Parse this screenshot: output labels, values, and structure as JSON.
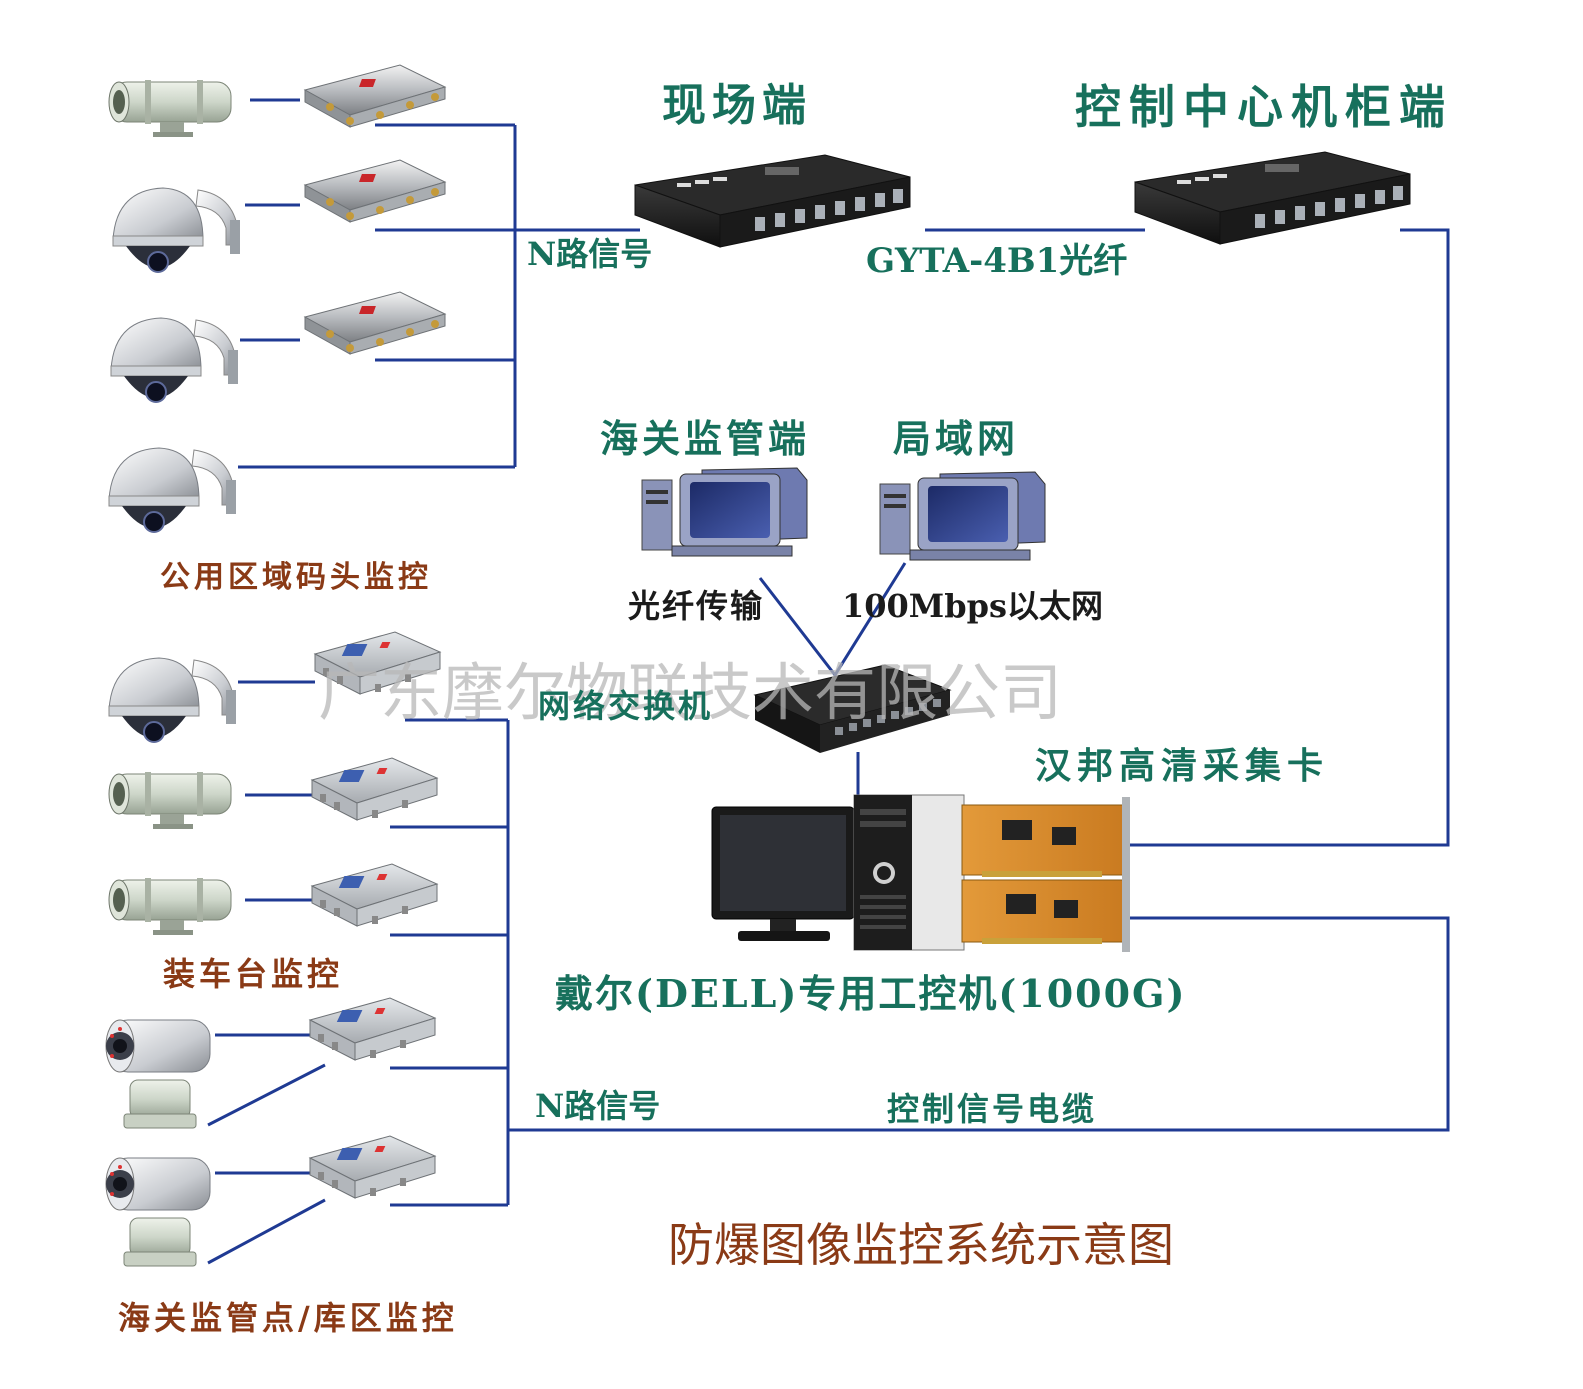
{
  "labels": {
    "field_end": "现场端",
    "control_center": "控制中心机柜端",
    "n_signal_top": "N路信号",
    "fiber_cable": "GYTA-4B1光纤",
    "customs_end": "海关监管端",
    "lan": "局域网",
    "fiber_transmission": "光纤传输",
    "ethernet": "100Mbps以太网",
    "public_dock": "公用区域码头监控",
    "network_switch": "网络交换机",
    "capture_card": "汉邦高清采集卡",
    "loading_platform": "装车台监控",
    "dell_pc": "戴尔(DELL)专用工控机(1000G)",
    "n_signal_bottom": "N路信号",
    "control_cable": "控制信号电缆",
    "customs_points": "海关监管点/库区监控",
    "diagram_title": "防爆图像监控系统示意图"
  },
  "watermark": "广东摩尔物联技术有限公司",
  "colors": {
    "line": "#1f3a93",
    "label_teal": "#17705c",
    "label_brown": "#8a3a16",
    "label_dark": "#1b1b1b",
    "device_black": "#1c1c1c",
    "pcb_orange": "#d98a2b",
    "monitor_blue": "#3a4a8a",
    "junction_box": "#c9ccd0"
  },
  "icons": [
    "bullet-camera-icon",
    "dome-camera-icon",
    "pan-tilt-camera-icon",
    "junction-box-icon",
    "fiber-transceiver-icon",
    "crt-computer-icon",
    "network-switch-icon",
    "dell-workstation-icon",
    "capture-card-icon"
  ]
}
